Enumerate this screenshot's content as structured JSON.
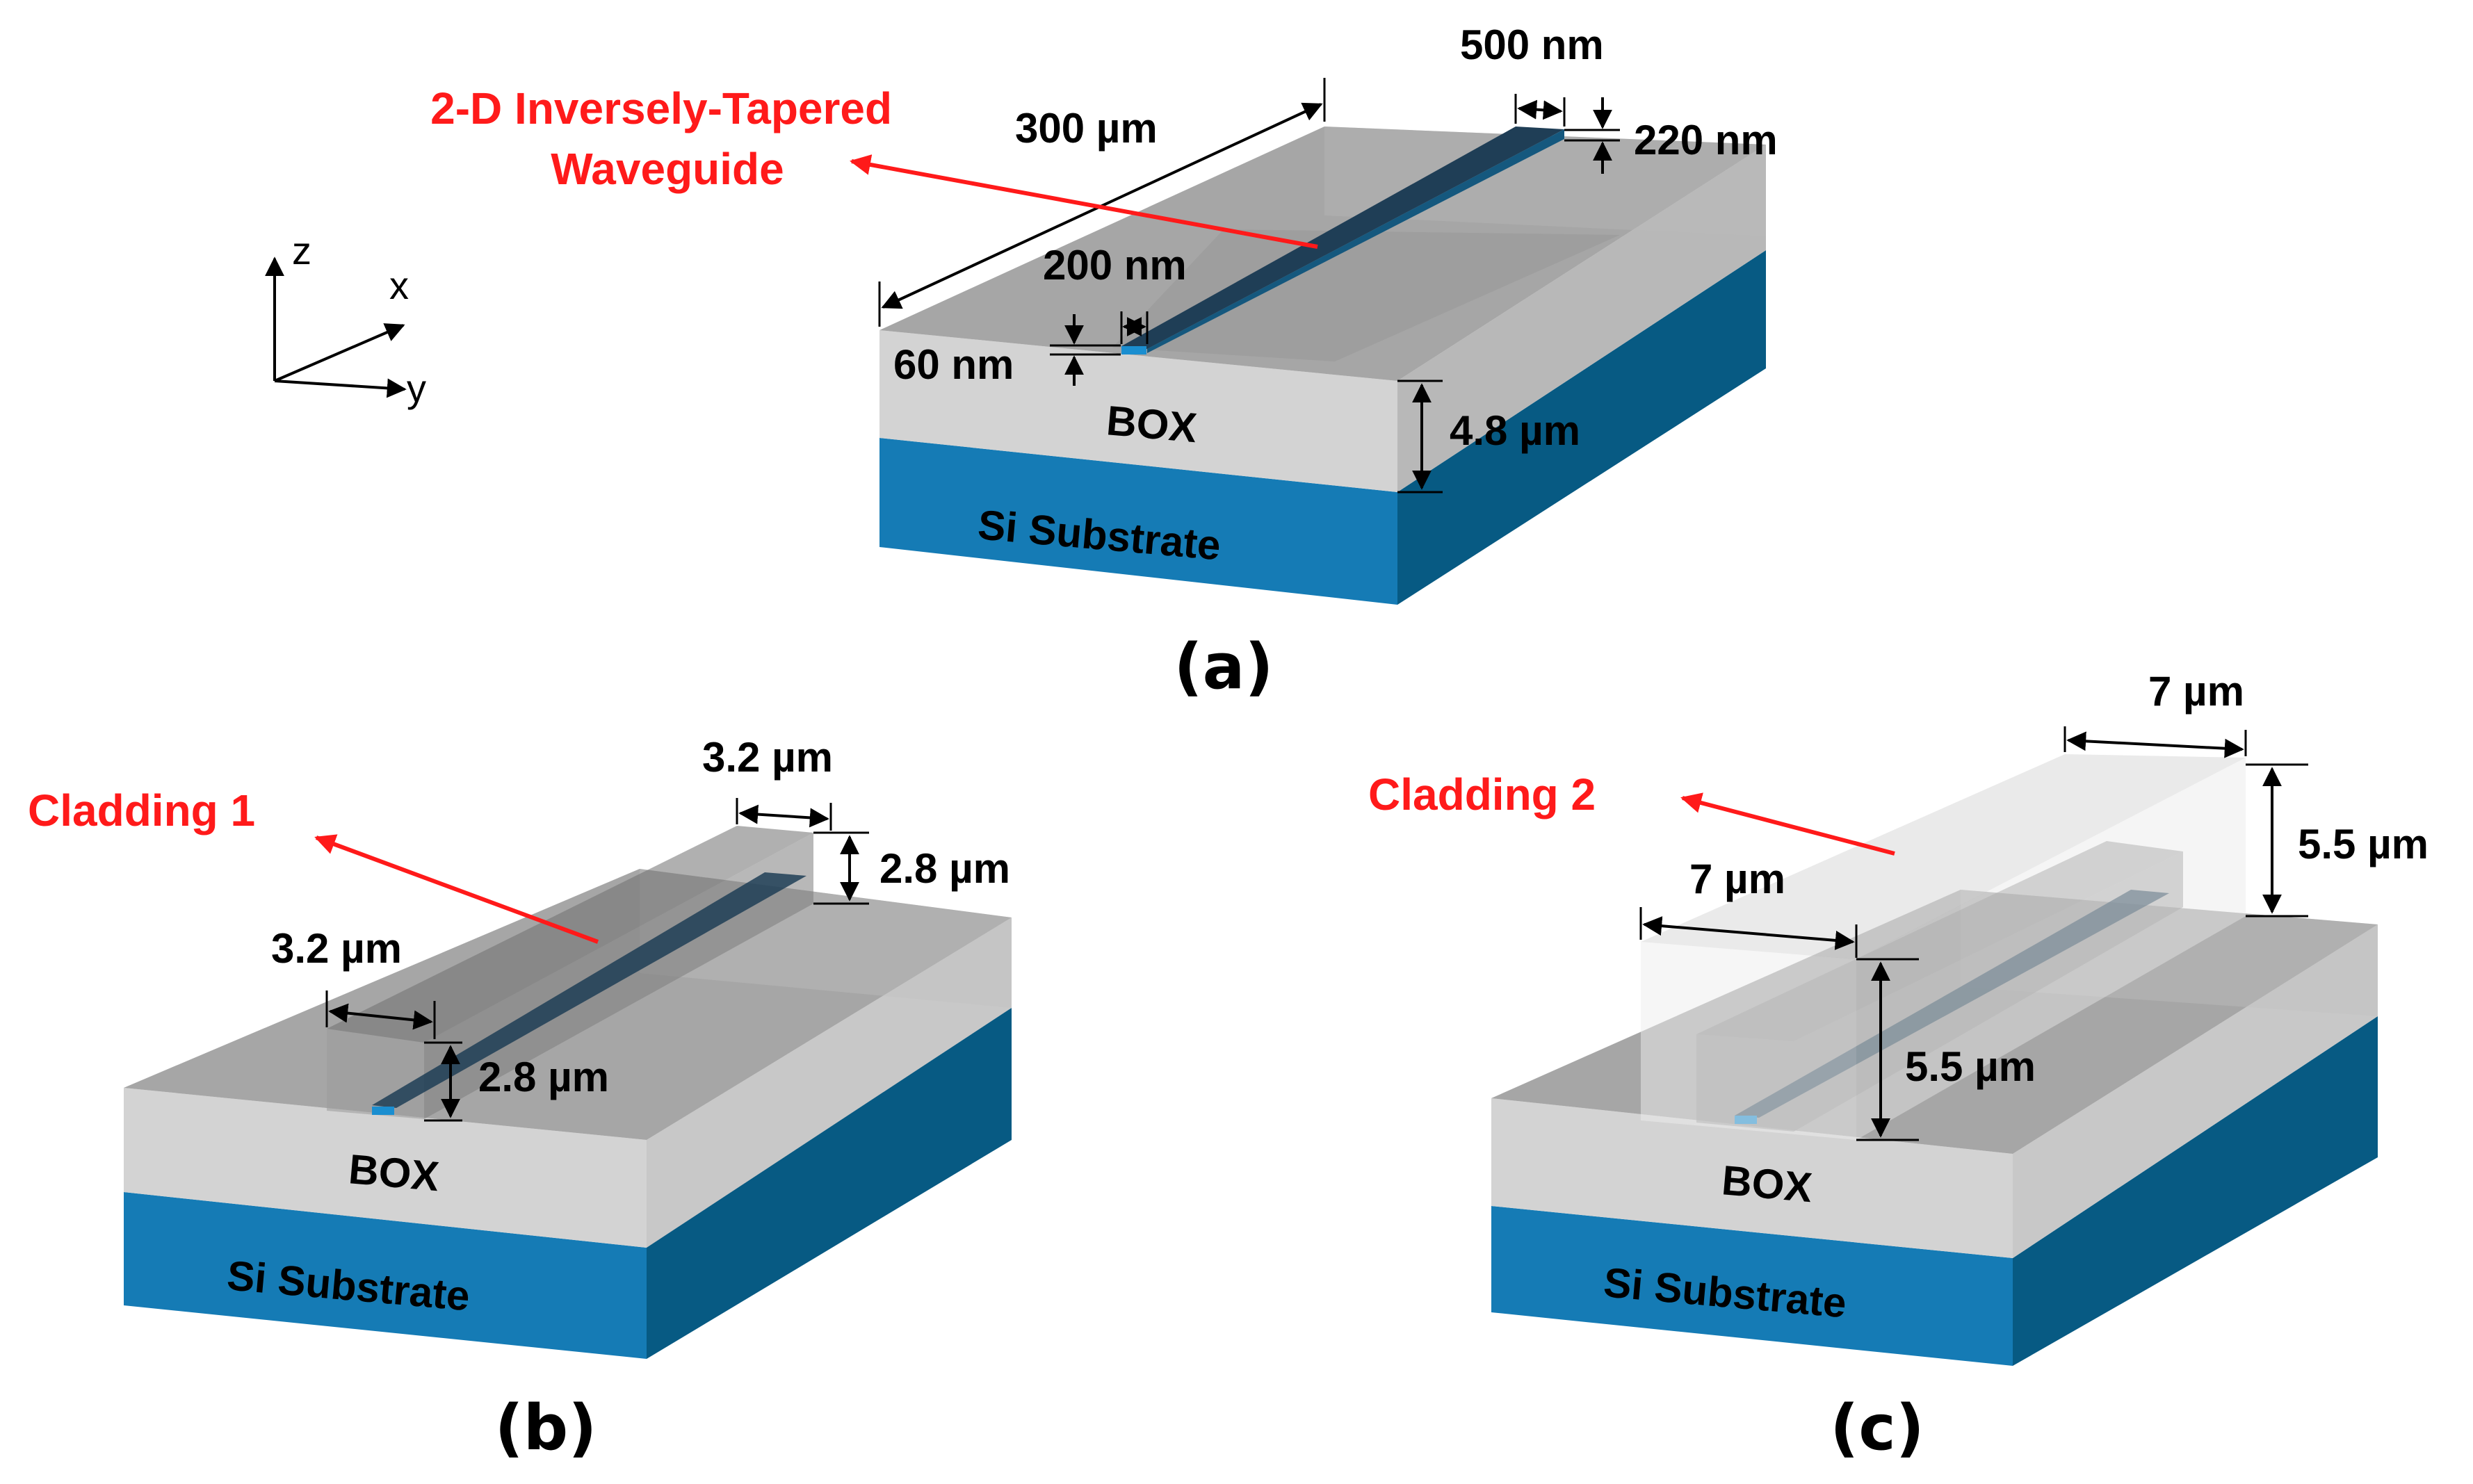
{
  "panels": {
    "a": {
      "caption": "(a)",
      "pointer_label_line1": "2-D Inversely-Tapered",
      "pointer_label_line2": "Waveguide",
      "box_label": "BOX",
      "substrate_label": "Si Substrate",
      "dim_length": "300 µm",
      "dim_top_width": "500 nm",
      "dim_top_height": "220 nm",
      "dim_tip_width": "200 nm",
      "dim_tip_height": "60 nm",
      "dim_box_thickness": "4.8 µm"
    },
    "b": {
      "caption": "(b)",
      "pointer_label": "Cladding 1",
      "box_label": "BOX",
      "substrate_label": "Si Substrate",
      "dim_far_width": "3.2 µm",
      "dim_far_height": "2.8 µm",
      "dim_near_width": "3.2 µm",
      "dim_near_height": "2.8 µm"
    },
    "c": {
      "caption": "(c)",
      "pointer_label": "Cladding 2",
      "box_label": "BOX",
      "substrate_label": "Si Substrate",
      "dim_far_width": "7 µm",
      "dim_far_height": "5.5 µm",
      "dim_near_width": "7 µm",
      "dim_near_height": "5.5 µm"
    }
  },
  "axes": {
    "z": "z",
    "x": "x",
    "y": "y"
  },
  "colors": {
    "box_front": "#d3d3d3",
    "box_top": "#a6a6a6",
    "box_side": "#b8b8b8",
    "substrate_front": "#157bb5",
    "substrate_side": "#075a83",
    "waveguide_top": "#1f3e56",
    "waveguide_side": "#15587e",
    "cladding": "#7d7d7d",
    "accent_red": "#ff1a1a"
  }
}
